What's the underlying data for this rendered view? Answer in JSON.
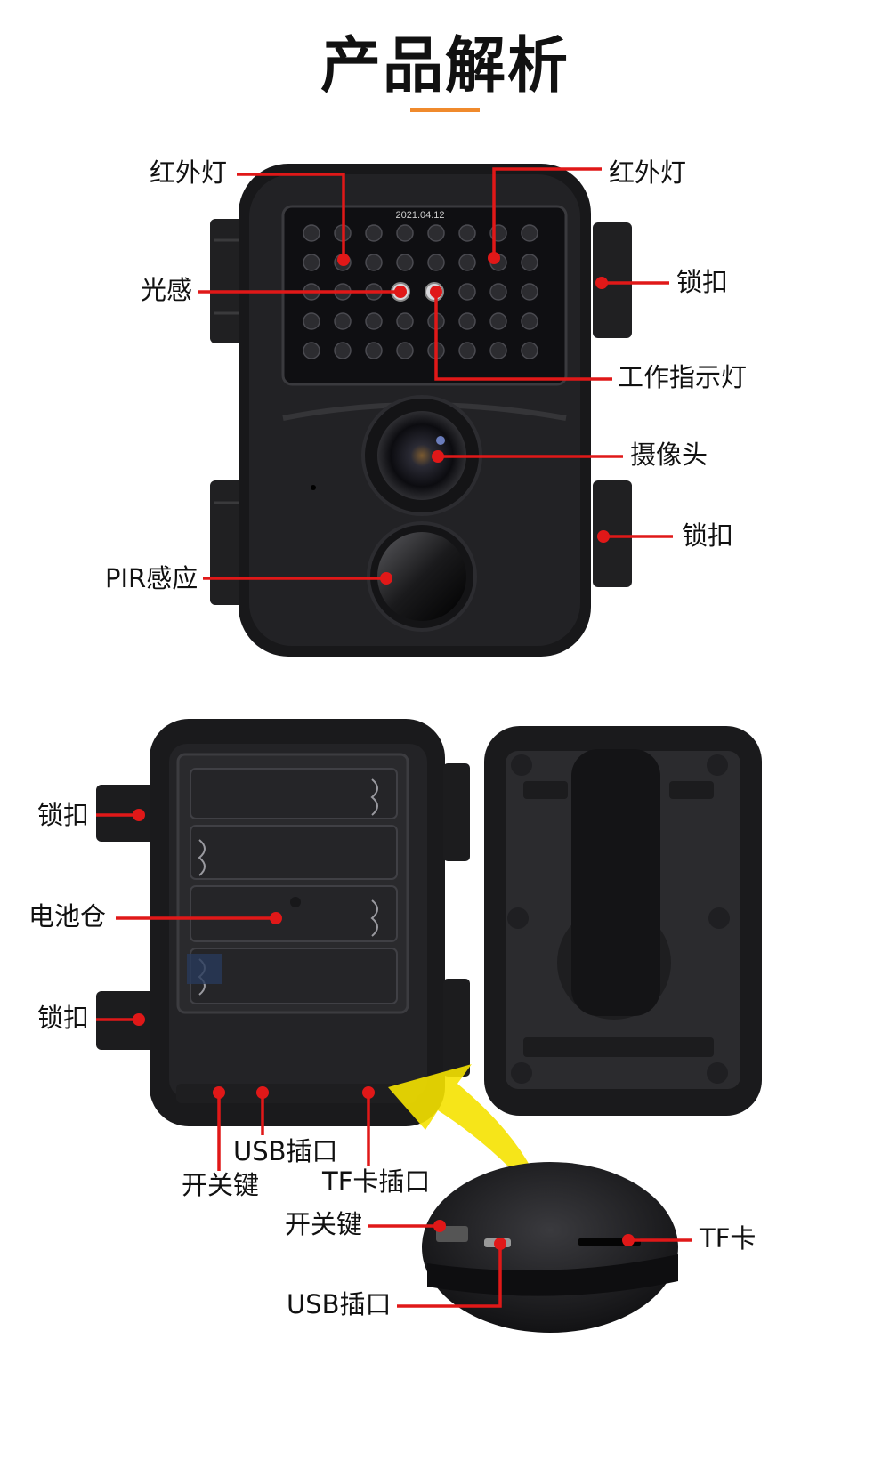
{
  "header": {
    "title": "产品解析"
  },
  "camera_front": {
    "date_stamp": "2021.04.12",
    "labels": {
      "ir_left": "红外灯",
      "ir_right": "红外灯",
      "light_sensor": "光感",
      "latch_top": "锁扣",
      "work_indicator": "工作指示灯",
      "lens": "摄像头",
      "latch_bottom": "锁扣",
      "pir": "PIR感应"
    }
  },
  "camera_open": {
    "labels": {
      "latch_top": "锁扣",
      "battery": "电池仓",
      "latch_bottom": "锁扣",
      "usb_port": "USB插口",
      "power_switch": "开关键",
      "tf_slot": "TF卡插口"
    }
  },
  "detail_zoom": {
    "labels": {
      "power_switch": "开关键",
      "tf_card": "TF卡",
      "usb_port": "USB插口"
    }
  },
  "colors": {
    "accent_bar": "#f08a2c",
    "callout": "#e01818",
    "zoom_arrow": "#f5e200",
    "device": "#1b1b1d"
  }
}
